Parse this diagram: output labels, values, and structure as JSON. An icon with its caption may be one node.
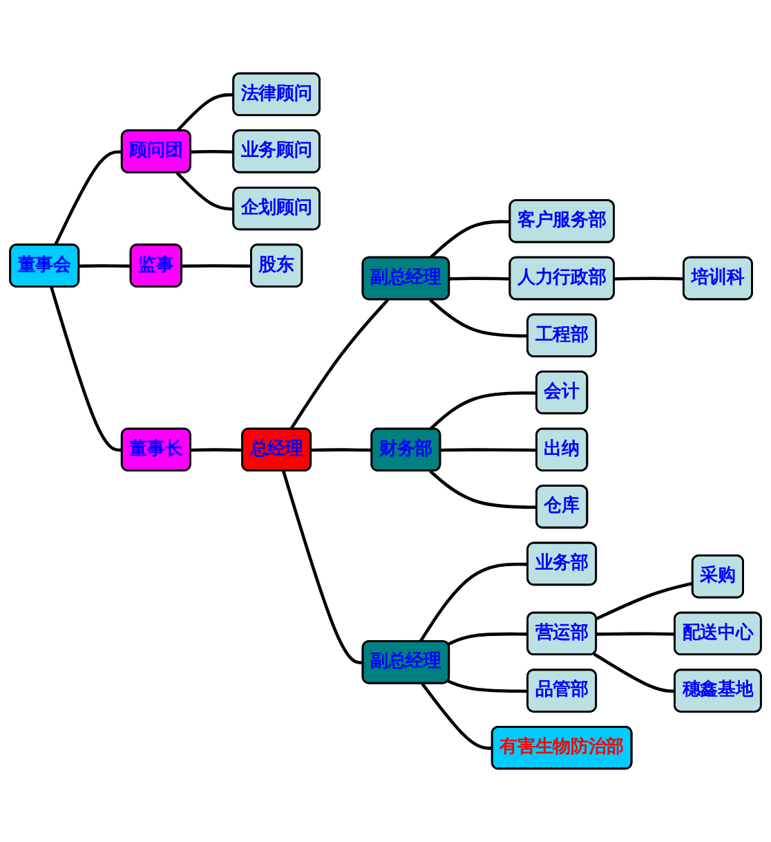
{
  "diagram": {
    "nodes": [
      {
        "text": [
          "董事会"
        ]
      },
      {
        "text": [
          "顾问团"
        ]
      },
      {
        "text": [
          "监事"
        ]
      },
      {
        "text": [
          "法律顾问"
        ]
      },
      {
        "text": [
          "业务顾问"
        ]
      },
      {
        "text": [
          "企划顾问"
        ]
      },
      {
        "text": [
          "股东"
        ]
      },
      {
        "text": [
          "董事长"
        ]
      },
      {
        "text": [
          "总经理"
        ]
      },
      {
        "text": [
          "副总经理"
        ]
      },
      {
        "text": [
          "客户服务部"
        ]
      },
      {
        "text": [
          "人力行政部"
        ]
      },
      {
        "text": [
          "培训科"
        ]
      },
      {
        "text": [
          "工程部"
        ]
      },
      {
        "text": [
          "财务部"
        ]
      },
      {
        "text": [
          "会计"
        ]
      },
      {
        "text": [
          "出纳"
        ]
      },
      {
        "text": [
          "仓库"
        ]
      },
      {
        "text": [
          "副总经理"
        ]
      },
      {
        "text": [
          "业务部"
        ]
      },
      {
        "text": [
          "营运部"
        ]
      },
      {
        "text": [
          "采购"
        ]
      },
      {
        "text": [
          "配送中心"
        ]
      },
      {
        "text": [
          "穗鑫基地"
        ]
      },
      {
        "text": [
          "品管部"
        ]
      },
      {
        "text": [
          "有害生物防治部"
        ]
      }
    ],
    "edges": [
      {
        "from": 0,
        "to": 1,
        "arrow": "none"
      },
      {
        "from": 0,
        "to": 2,
        "arrow": "none"
      },
      {
        "from": 0,
        "to": 7,
        "arrow": "none"
      },
      {
        "from": 1,
        "to": 3,
        "arrow": "none"
      },
      {
        "from": 1,
        "to": 4,
        "arrow": "none"
      },
      {
        "from": 1,
        "to": 5,
        "arrow": "none"
      },
      {
        "from": 2,
        "to": 6,
        "arrow": "none"
      },
      {
        "from": 7,
        "to": 8,
        "arrow": "none"
      },
      {
        "from": 8,
        "to": 9,
        "arrow": "none"
      },
      {
        "from": 8,
        "to": 14,
        "arrow": "none"
      },
      {
        "from": 8,
        "to": 18,
        "arrow": "none"
      },
      {
        "from": 9,
        "to": 10,
        "arrow": "none"
      },
      {
        "from": 9,
        "to": 11,
        "arrow": "none"
      },
      {
        "from": 11,
        "to": 12,
        "arrow": "none"
      },
      {
        "from": 9,
        "to": 13,
        "arrow": "none"
      },
      {
        "from": 14,
        "to": 15,
        "arrow": "none"
      },
      {
        "from": 14,
        "to": 16,
        "arrow": "none"
      },
      {
        "from": 14,
        "to": 17,
        "arrow": "none"
      },
      {
        "from": 18,
        "to": 19,
        "arrow": "none"
      },
      {
        "from": 18,
        "to": 20,
        "arrow": "none"
      },
      {
        "from": 20,
        "to": 21,
        "arrow": "none"
      },
      {
        "from": 20,
        "to": 22,
        "arrow": "none"
      },
      {
        "from": 20,
        "to": 23,
        "arrow": "none"
      },
      {
        "from": 18,
        "to": 24,
        "arrow": "none"
      },
      {
        "from": 18,
        "to": 25,
        "arrow": "none"
      }
    ]
  }
}
